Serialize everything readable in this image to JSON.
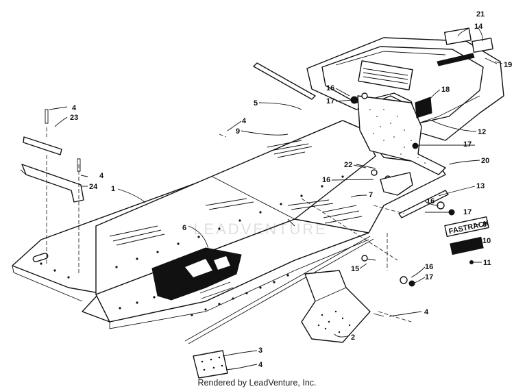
{
  "diagram": {
    "callouts": [
      "1",
      "2",
      "3",
      "4",
      "5",
      "6",
      "7",
      "8",
      "9",
      "10",
      "11",
      "12",
      "13",
      "14",
      "15",
      "16",
      "17",
      "18",
      "19",
      "20",
      "21",
      "22",
      "23",
      "24"
    ],
    "decal_text": "FASTRACK",
    "watermark": "LEADVENTURE"
  },
  "footer": {
    "credit": "Rendered by LeadVenture, Inc."
  }
}
